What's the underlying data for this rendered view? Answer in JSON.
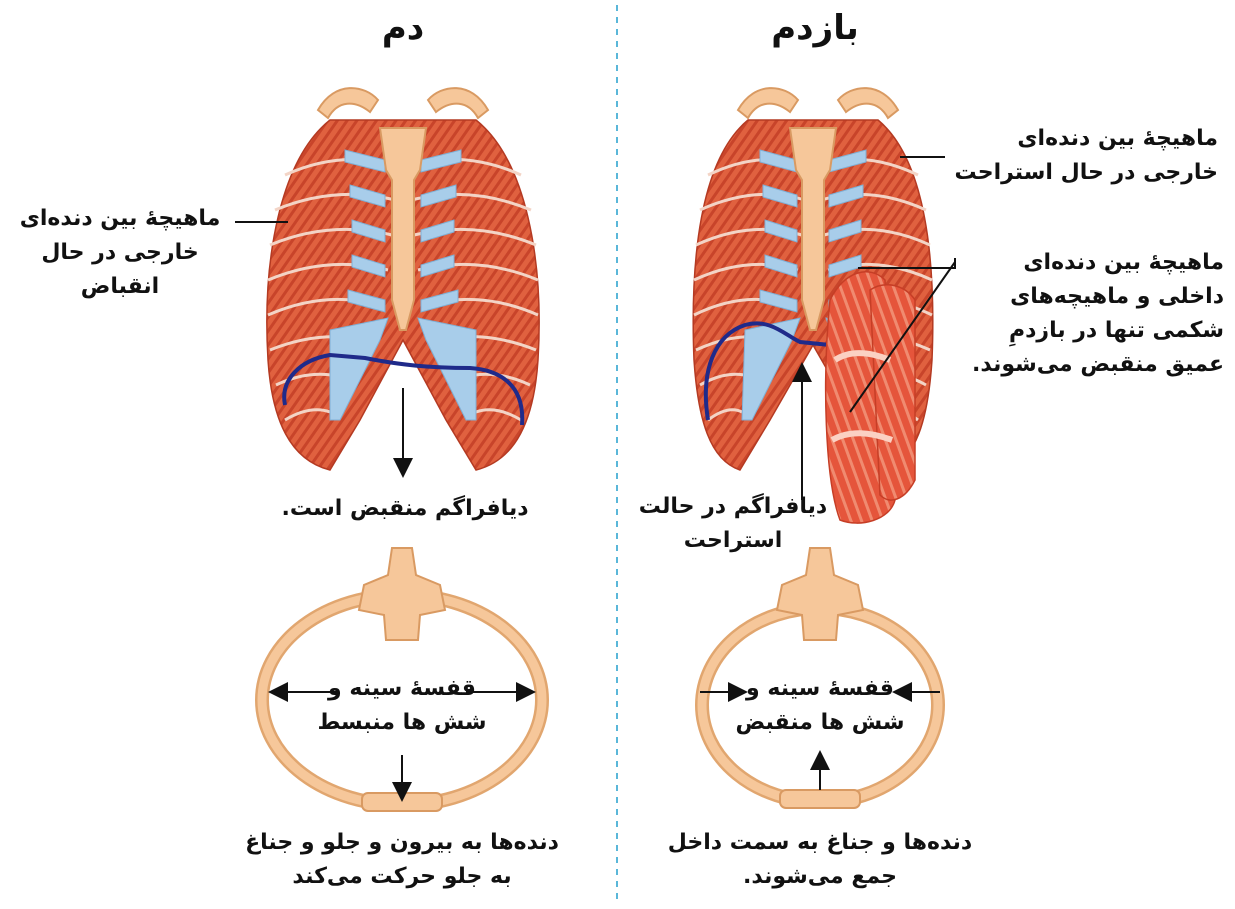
{
  "inhale": {
    "title": "دم",
    "external_muscle_label": "ماهیچۀ بین دنده‌ای\nخارجی در حال\nانقباض",
    "diaphragm_label": "دیافراگم منقبض است.",
    "cage_label": "قفسۀ سینه و\nشش ها منبسط",
    "bottom_label": "دنده‌ها به بیرون و جلو و جناغ\nبه جلو حرکت می‌کند"
  },
  "exhale": {
    "title": "بازدم",
    "external_muscle_label": "ماهیچۀ بین دنده‌ای\nخارجی در حال استراحت",
    "internal_muscle_label": "ماهیچۀ بین دنده‌ای\nداخلی و ماهیچه‌های\nشکمی تنها در بازدمِ\nعمیق منقبض می‌شوند.",
    "diaphragm_label": "دیافراگم در حالت\nاستراحت",
    "cage_label": "قفسۀ سینه و\nشش ها منقبض",
    "bottom_label": "دنده‌ها و جناغ به سمت داخل\nجمع می‌شوند."
  },
  "colors": {
    "rib": "#e0613f",
    "rib_stripe": "#c8442a",
    "cartilage": "#a8cdea",
    "bone": "#f6c79a",
    "bone_outline": "#d99a62",
    "diaphragm": "#1f2a8a",
    "divider": "#5ab7d9",
    "abdominal": "#e5553b"
  }
}
